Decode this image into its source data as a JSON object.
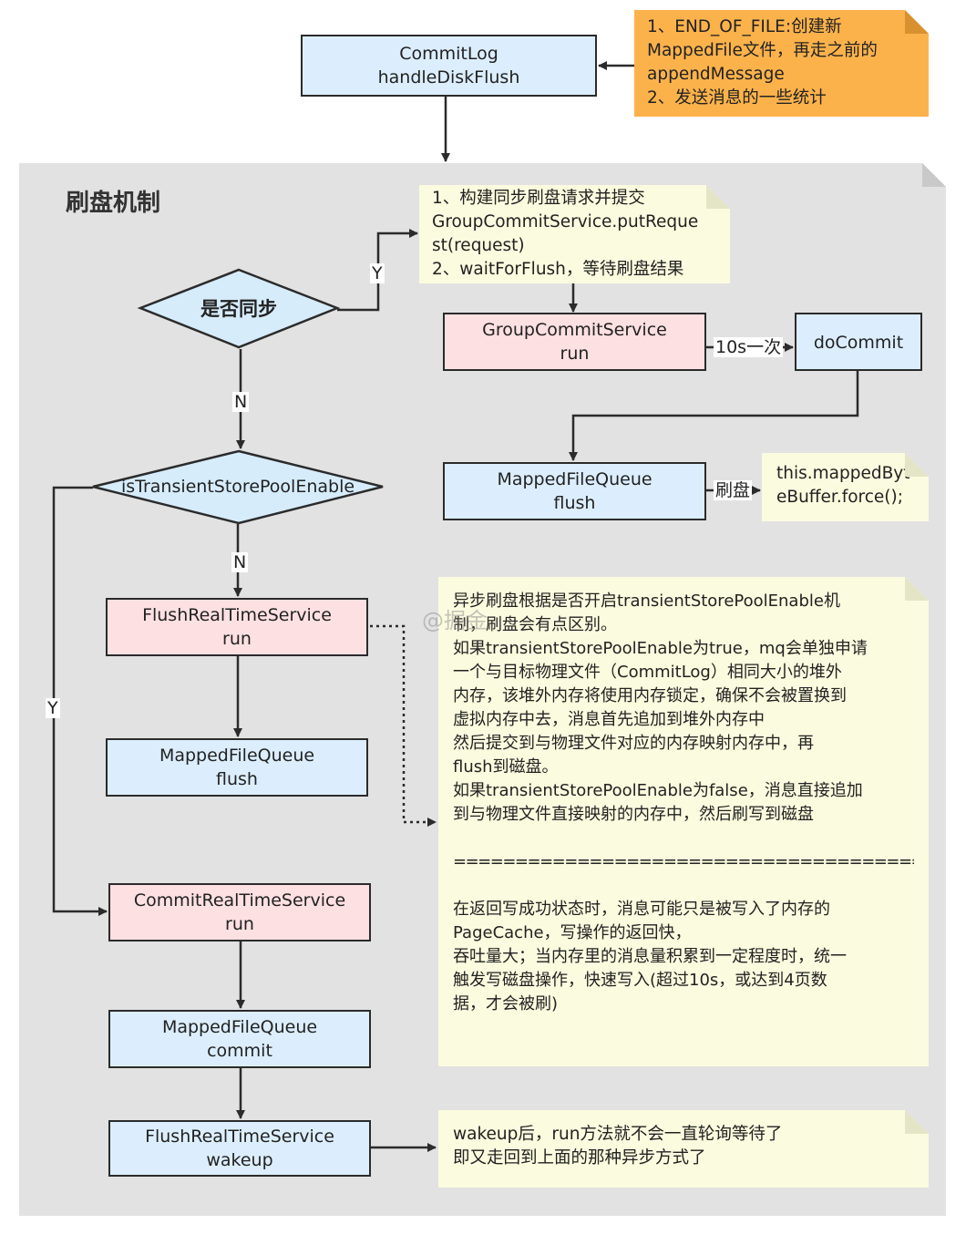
{
  "top_box": {
    "line1": "CommitLog",
    "line2": "handleDiskFlush"
  },
  "top_note": {
    "lines": [
      "1、END_OF_FILE:创建新",
      "MappedFile文件，再走之前的",
      "appendMessage",
      "2、发送消息的一些统计"
    ]
  },
  "group_title": "刷盘机制",
  "sync_note": {
    "lines": [
      "1、构建同步刷盘请求并提交",
      "GroupCommitService.putReque",
      "st(request)",
      "2、waitForFlush，等待刷盘结果"
    ]
  },
  "sync_decision": "是否同步",
  "group_commit_box": {
    "line1": "GroupCommitService",
    "line2": "run"
  },
  "do_commit_box": {
    "line1": "doCommit"
  },
  "mfq_flush_sync": {
    "line1": "MappedFileQueue",
    "line2": "flush"
  },
  "force_note": {
    "lines": [
      "this.mappedByt",
      "eBuffer.force();"
    ]
  },
  "transient_decision": "isTransientStorePoolEnable",
  "flush_realtime_box": {
    "line1": "FlushRealTimeService",
    "line2": "run"
  },
  "mfq_flush_async": {
    "line1": "MappedFileQueue",
    "line2": "flush"
  },
  "commit_realtime_box": {
    "line1": "CommitRealTimeService",
    "line2": "run"
  },
  "mfq_commit": {
    "line1": "MappedFileQueue",
    "line2": "commit"
  },
  "flush_wakeup_box": {
    "line1": "FlushRealTimeService",
    "line2": "wakeup"
  },
  "async_note": {
    "lines": [
      "异步刷盘根据是否开启transientStorePoolEnable机",
      "制，刷盘会有点区别。",
      "如果transientStorePoolEnable为true，mq会单独申请",
      "一个与目标物理文件（CommitLog）相同大小的堆外",
      "内存，该堆外内存将使用内存锁定，确保不会被置换到",
      "虚拟内存中去，消息首先追加到堆外内存中",
      " 然后提交到与物理文件对应的内存映射内存中，再",
      "flush到磁盘。",
      " 如果transientStorePoolEnable为false，消息直接追加",
      "到与物理文件直接映射的内存中，然后刷写到磁盘",
      "",
      "=========================================",
      "",
      "在返回写成功状态时，消息可能只是被写入了内存的",
      "PageCache，写操作的返回快，",
      "吞吐量大；当内存里的消息量积累到一定程度时，统一",
      "触发写磁盘操作，快速写入(超过10s，或达到4页数",
      "据，才会被刷)"
    ]
  },
  "wakeup_note": {
    "lines": [
      "wakeup后，run方法就不会一直轮询等待了",
      "即又走回到上面的那种异步方式了"
    ]
  },
  "edge_labels": {
    "yes_sync": "Y",
    "no_sync": "N",
    "every_10s": "10s一次",
    "flush_disk": "刷盘",
    "no_transient": "N",
    "yes_transient": "Y"
  },
  "watermark": "@掘金"
}
